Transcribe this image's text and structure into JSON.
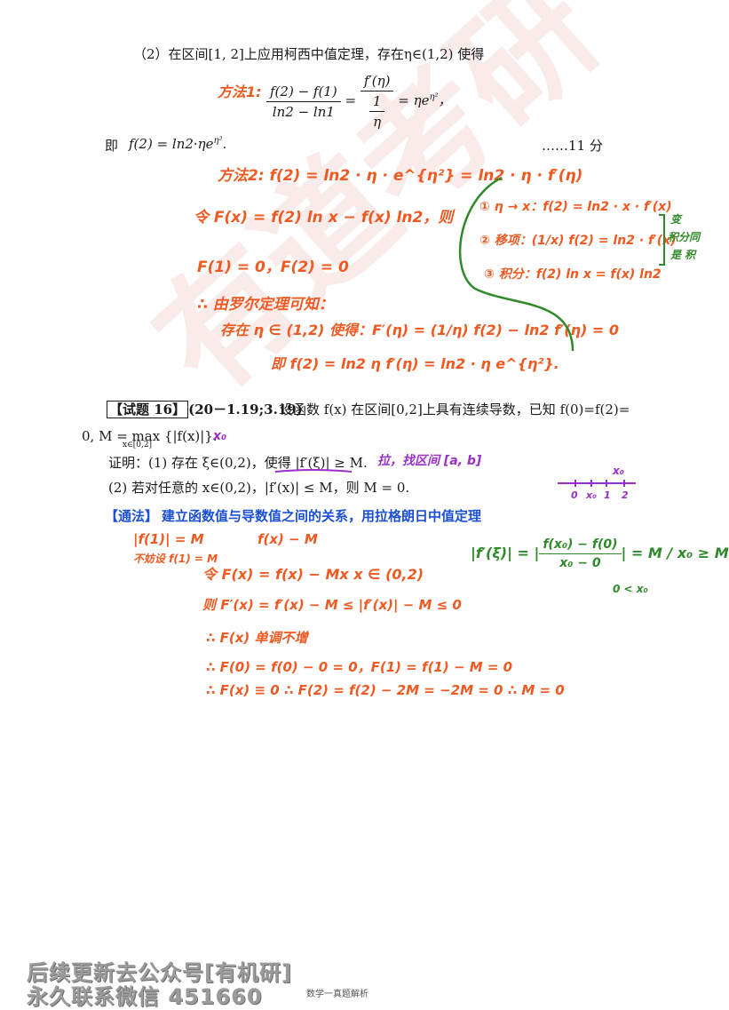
{
  "watermark": "有道考研",
  "printed": {
    "part2_intro": "（2）在区间[1, 2]上应用柯西中值定理，存在η∈(1,2) 使得",
    "formula_num1": "f(2) − f(1)",
    "formula_den1": "ln2 − ln1",
    "formula_num2": "f′(η)",
    "formula_den2_top": "1",
    "formula_den2_bot": "η",
    "formula_rhs": "= ηe",
    "formula_sup": "η²",
    "result_label": "即",
    "result_formula": "f(2) = ln2·ηe",
    "result_sup": "η²",
    "score": "……11 分",
    "problem16_tag": "【试题 16】",
    "problem16_source": "(20－1.19;3.19)",
    "problem16_stem": "设函数 f(x) 在区间[0,2]上具有连续导数，已知 f(0)=f(2)=",
    "problem16_line2": "0, M = max {|f(x)|}.",
    "problem16_max_sub": "x∈[0,2]",
    "proof_1": "证明：(1) 存在 ξ∈(0,2)，使得 |f′(ξ)| ≥ M.",
    "proof_2": "(2) 若对任意的 x∈(0,2)，|f′(x)| ≤ M，则 M = 0.",
    "method_tag": "【通法】",
    "method_text": "建立函数值与导数值之间的关系，用拉格朗日中值定理",
    "page_number": "数学一真题解析"
  },
  "handwritten": {
    "method1": "方法1:",
    "method2": "方法2:  f(2) = ln2 · η · e^{η²} = ln2 · η · f′(η)",
    "let_F": "令 F(x) = f(2) ln x − f(x) ln2，则",
    "F_values": "F(1) = 0，F(2) = 0",
    "rolle": "∴ 由罗尔定理可知：",
    "exists": "存在 η ∈ (1,2) 使得：F′(η) = (1/η) f(2) − ln2 f′(η) = 0",
    "conclude": "即 f(2) = ln2 η f′(η) = ln2 · η e^{η²}.",
    "step1": "① η → x：f(2) = ln2 · x · f′(x)",
    "step2": "② 移项：(1/x) f(2) = ln2 · f′(x)",
    "step3": "③ 积分：f(2) ln x = f(x) ln2",
    "side_note": [
      "变",
      "积分同",
      "是 积"
    ],
    "x0_note": "x₀",
    "hint": "拉，找区间 [a, b]",
    "number_line": [
      "0",
      "x₀",
      "1",
      "2"
    ],
    "number_line_top": "x₀",
    "abs_f1": "|f(1)| = M",
    "assume": "不妨设 f(1) = M",
    "fx_minus": "f(x) − M",
    "let_G": "令 F(x) = f(x) − Mx     x ∈ (0,2)",
    "G_prime": "则 F′(x) = f′(x) − M ≤ |f′(x)| − M ≤ 0",
    "monotone": "∴ F(x) 单调不增",
    "values": "∴ F(0) = f(0) − 0 = 0，F(1) = f(1) − M = 0",
    "final": "∴ F(x) ≡ 0  ∴ F(2) = f(2) − 2M = −2M = 0  ∴ M = 0",
    "green_formula_lhs": "|f′(ξ)| = |",
    "green_num": "f(x₀) − f(0)",
    "green_den": "x₀ − 0",
    "green_rhs": "| = M / x₀ ≥ M",
    "green_cond": "0 < x₀"
  },
  "footer": {
    "line1": "后续更新去公众号[有机研]",
    "line2": "永久联系微信 451660"
  },
  "colors": {
    "orange": "#f05a22",
    "green": "#2f8a2a",
    "purple": "#9b30c8",
    "blue": "#1a4fd6"
  }
}
